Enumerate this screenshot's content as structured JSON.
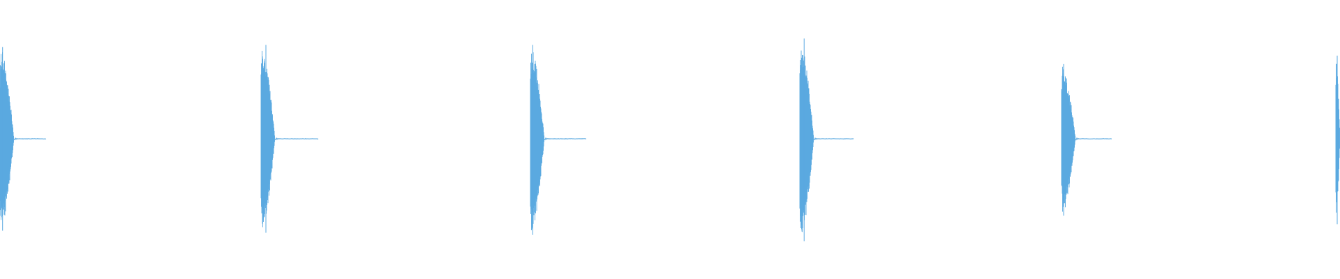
{
  "waveform": {
    "color": "#5aa9e0",
    "background": "#ffffff",
    "bursts": [
      {
        "index": 1,
        "peak_up": 0.86,
        "peak_down": 0.86
      },
      {
        "index": 2,
        "peak_up": 0.88,
        "peak_down": 0.88
      },
      {
        "index": 3,
        "peak_up": 0.88,
        "peak_down": 0.9
      },
      {
        "index": 4,
        "peak_up": 0.94,
        "peak_down": 0.96
      },
      {
        "index": 5,
        "peak_up": 0.7,
        "peak_down": 0.72
      },
      {
        "index": 6,
        "peak_up": 0.78,
        "peak_down": 0.8
      }
    ]
  }
}
